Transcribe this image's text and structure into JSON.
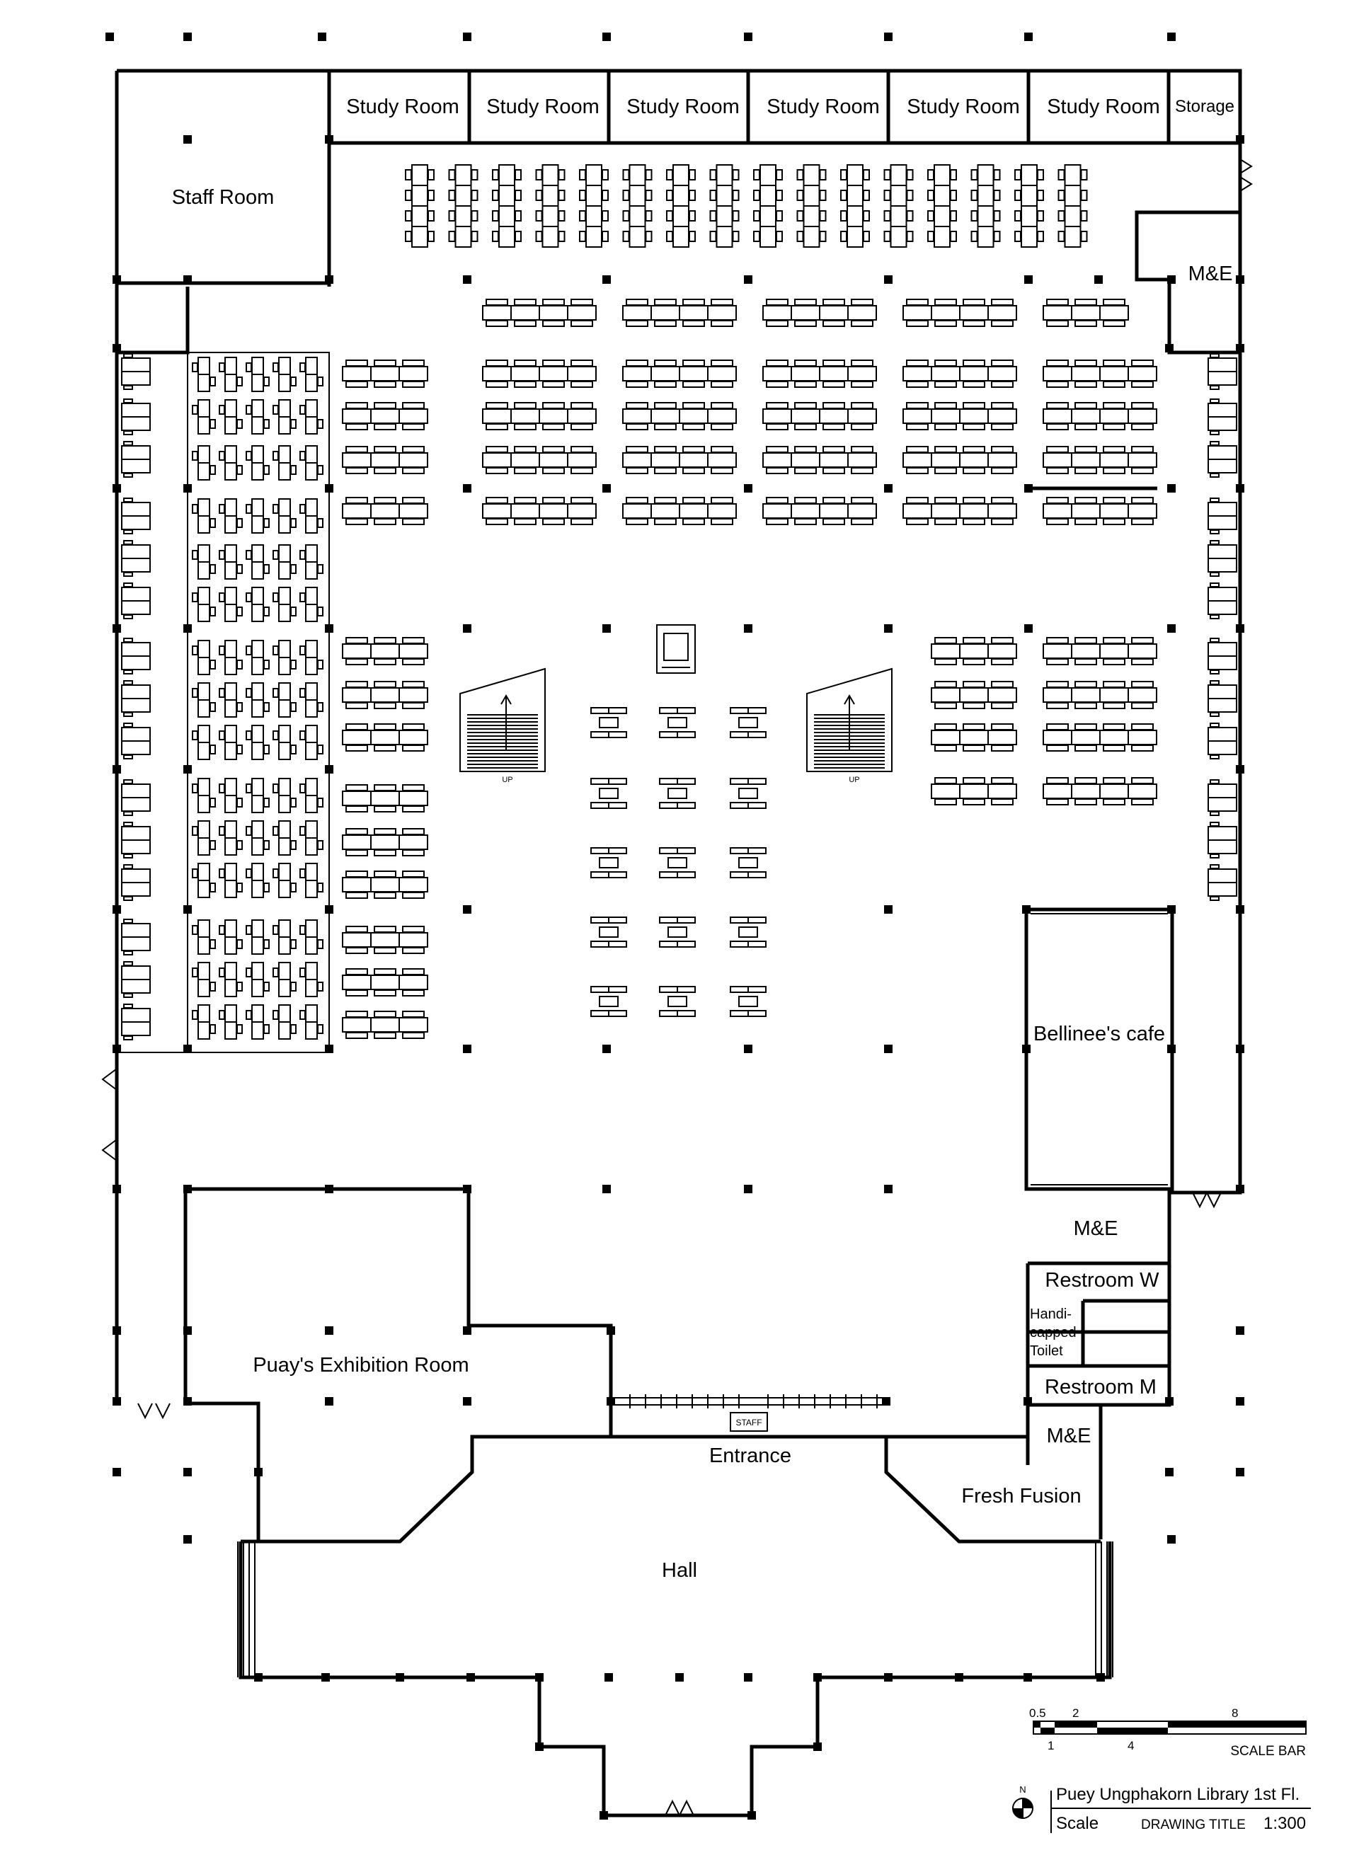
{
  "rooms": {
    "study_rooms": [
      "Study Room",
      "Study Room",
      "Study Room",
      "Study Room",
      "Study Room",
      "Study Room"
    ],
    "storage": "Storage",
    "staff_room": "Staff Room",
    "me_top": "M&E",
    "bellinee": "Bellinee's cafe",
    "me_mid": "M&E",
    "restroom_w": "Restroom W",
    "handicapped": [
      "Handi-",
      "capped",
      "Toilet"
    ],
    "restroom_m": "Restroom M",
    "me_low": "M&E",
    "fresh_fusion": "Fresh Fusion",
    "exhibition": "Puay's Exhibition Room",
    "entrance": "Entrance",
    "staff": "STAFF",
    "hall": "Hall"
  },
  "stairs": {
    "left_label": "UP",
    "right_label": "UP"
  },
  "scale_bar": {
    "top_ticks": [
      "0.5",
      "2",
      "8"
    ],
    "bottom_ticks": [
      "1",
      "4"
    ],
    "label": "SCALE BAR"
  },
  "title_block": {
    "north": "N",
    "title": "Puey Ungphakorn Library 1st Fl.",
    "scale_label": "Scale",
    "drawing_title_label": "DRAWING TITLE",
    "scale_value": "1:300"
  }
}
